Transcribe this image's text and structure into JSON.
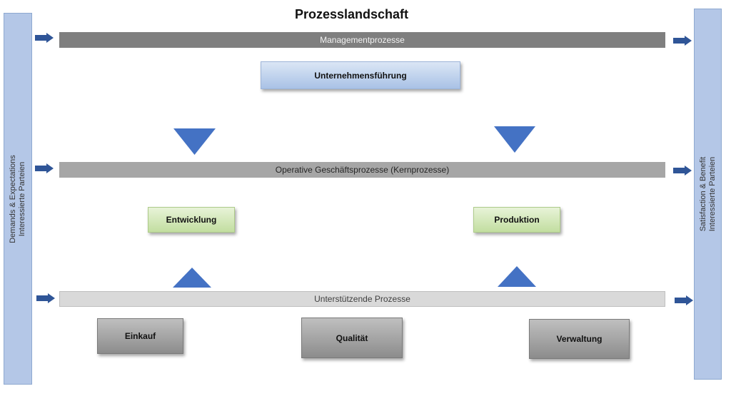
{
  "diagram": {
    "title": "Prozesslandschaft",
    "left_side": {
      "line1": "Demands & Expectations",
      "line2": "Interessierte Parteien"
    },
    "right_side": {
      "line1": "Satisfaction & Benefit",
      "line2": "Interessierte Parteien"
    },
    "bands": {
      "management": "Managementprozesse",
      "core": "Operative Geschäftsprozesse (Kernprozesse)",
      "support": "Unterstützende  Prozesse"
    },
    "boxes": {
      "leadership": "Unternehmensführung",
      "development": "Entwicklung",
      "production": "Produktion",
      "purchasing": "Einkauf",
      "quality": "Qualität",
      "administration": "Verwaltung"
    },
    "colors": {
      "arrow": "#2f5597",
      "triangle": "#4472c4",
      "side_panel": "#b4c7e7"
    }
  }
}
